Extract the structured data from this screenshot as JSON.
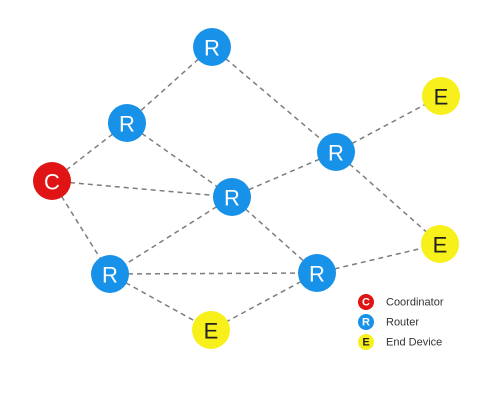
{
  "diagram": {
    "type": "zigbee-mesh-network",
    "node_types": {
      "coordinator": {
        "letter": "C",
        "fill": "#e01414",
        "text_color": "#ffffff"
      },
      "router": {
        "letter": "R",
        "fill": "#1792e8",
        "text_color": "#ffffff"
      },
      "end_device": {
        "letter": "E",
        "fill": "#f7f01a",
        "text_color": "#222222"
      }
    },
    "nodes": [
      {
        "id": "c1",
        "type": "coordinator"
      },
      {
        "id": "r1",
        "type": "router"
      },
      {
        "id": "r2",
        "type": "router"
      },
      {
        "id": "r3",
        "type": "router"
      },
      {
        "id": "r4",
        "type": "router"
      },
      {
        "id": "r5",
        "type": "router"
      },
      {
        "id": "r6",
        "type": "router"
      },
      {
        "id": "e1",
        "type": "end_device"
      },
      {
        "id": "e2",
        "type": "end_device"
      },
      {
        "id": "e3",
        "type": "end_device"
      }
    ],
    "edges": [
      [
        "r1",
        "r2"
      ],
      [
        "r1",
        "r3"
      ],
      [
        "r2",
        "c1"
      ],
      [
        "r2",
        "r4"
      ],
      [
        "c1",
        "r4"
      ],
      [
        "c1",
        "r5"
      ],
      [
        "r3",
        "r4"
      ],
      [
        "r3",
        "e1"
      ],
      [
        "r3",
        "e2"
      ],
      [
        "r4",
        "r5"
      ],
      [
        "r4",
        "r6"
      ],
      [
        "r5",
        "r6"
      ],
      [
        "r5",
        "e3"
      ],
      [
        "r6",
        "e3"
      ],
      [
        "r6",
        "e2"
      ]
    ]
  },
  "legend": {
    "items": [
      {
        "type": "coordinator",
        "label": "Coordinator"
      },
      {
        "type": "router",
        "label": "Router"
      },
      {
        "type": "end_device",
        "label": "End Device"
      }
    ]
  }
}
